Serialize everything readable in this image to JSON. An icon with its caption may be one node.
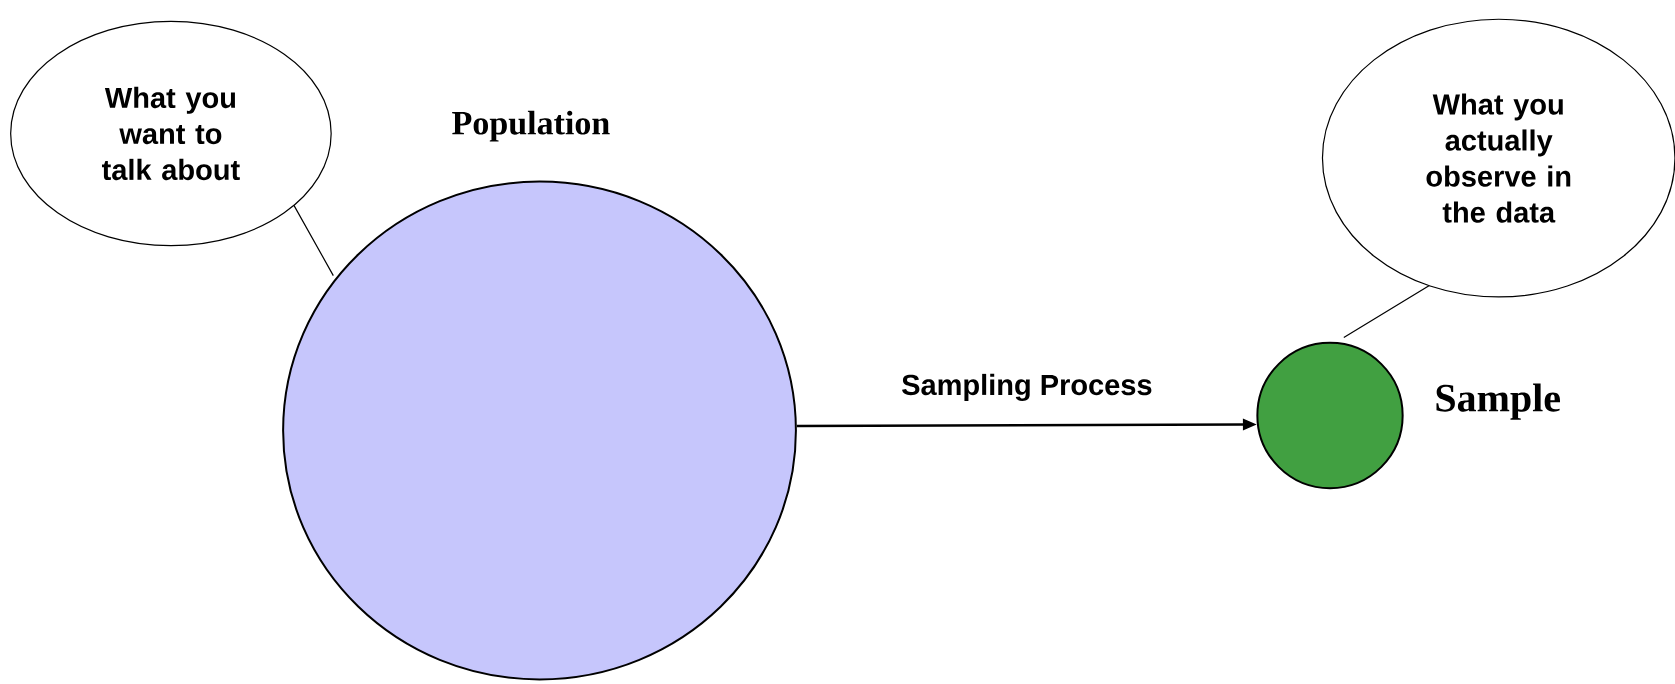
{
  "diagram": {
    "nodes": [
      {
        "text": [
          "What you want to talk about"
        ]
      },
      {
        "text": [],
        "shape": "circle",
        "beside": [
          "Population"
        ]
      },
      {
        "text": [
          "What you actually observe in the data"
        ]
      },
      {
        "text": [],
        "shape": "circle",
        "beside": [
          "Sample"
        ]
      }
    ],
    "edges": [
      {
        "from": 1,
        "to": 3,
        "arrow": "to",
        "label": "Sampling Process"
      }
    ]
  }
}
